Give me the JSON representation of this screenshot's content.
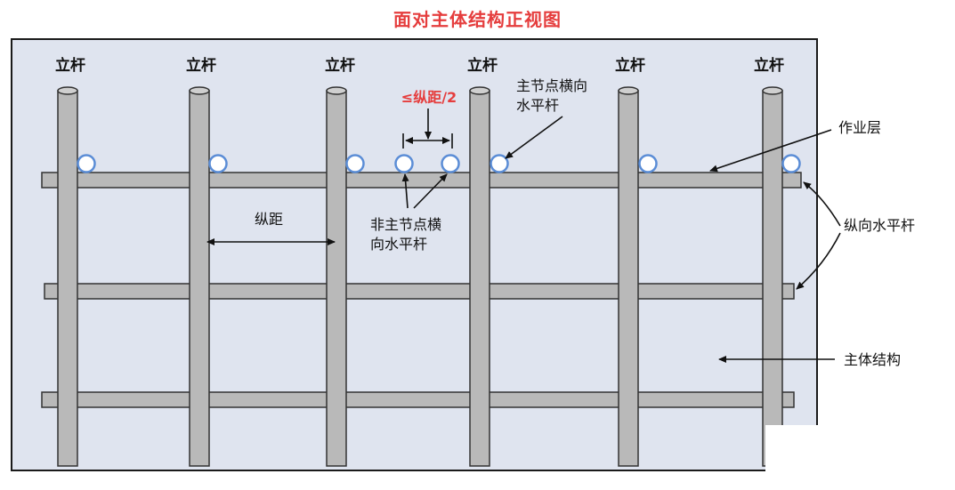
{
  "title": "面对主体结构正视图",
  "post_labels": [
    "立杆",
    "立杆",
    "立杆",
    "立杆",
    "立杆",
    "立杆"
  ],
  "annotations": {
    "max_half_spacing": "≤纵距/2",
    "main_node_transverse": [
      "主节点横向",
      "水平杆"
    ],
    "working_layer": "作业层",
    "longitudinal_spacing": "纵距",
    "non_main_node_transverse": [
      "非主节点横",
      "向水平杆"
    ],
    "longitudinal_horizontal_bar": "纵向水平杆",
    "main_structure": "主体结构"
  },
  "colors": {
    "title": "#e53d3d",
    "panel_background": "#dfe4ef",
    "tube": "#b9b9b9",
    "tube_edge": "#333333",
    "node_circle": "#5b8dd6",
    "highlight_text": "#e53d3d"
  }
}
